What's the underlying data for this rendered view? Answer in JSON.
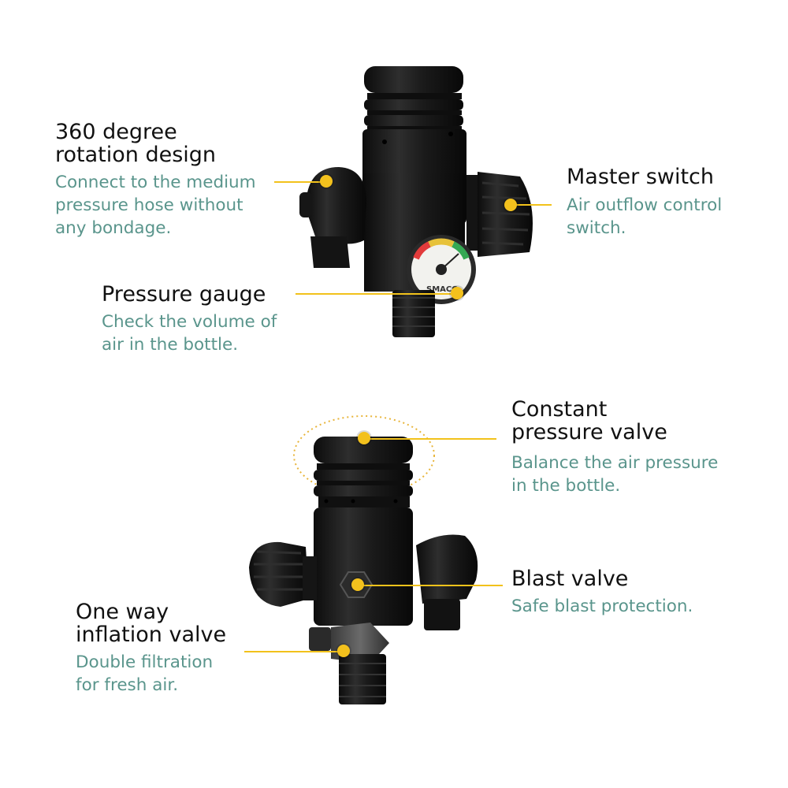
{
  "callouts": {
    "rotation": {
      "title": [
        "360 degree",
        "rotation design"
      ],
      "desc": [
        "Connect to the medium",
        "pressure hose without",
        "any bondage."
      ]
    },
    "master": {
      "title": [
        "Master switch"
      ],
      "desc": [
        "Air outflow control",
        "switch."
      ]
    },
    "gauge": {
      "title": [
        "Pressure gauge"
      ],
      "desc": [
        "Check the volume of",
        "air in the bottle."
      ]
    },
    "constant": {
      "title": [
        "Constant",
        "pressure valve"
      ],
      "desc": [
        "Balance the air pressure",
        "in the bottle."
      ]
    },
    "blast": {
      "title": [
        "Blast valve"
      ],
      "desc": [
        "Safe blast protection."
      ]
    },
    "inflation": {
      "title": [
        "One way",
        "inflation valve"
      ],
      "desc": [
        "Double filtration",
        "for fresh air."
      ]
    }
  },
  "gauge_brand": "SMACO",
  "colors": {
    "accent_line": "#f2c21b",
    "accent_dot": "#f3c11d",
    "desc_text": "#5a958c",
    "title_text": "#111111",
    "valve_body": "#1c1c1c"
  }
}
